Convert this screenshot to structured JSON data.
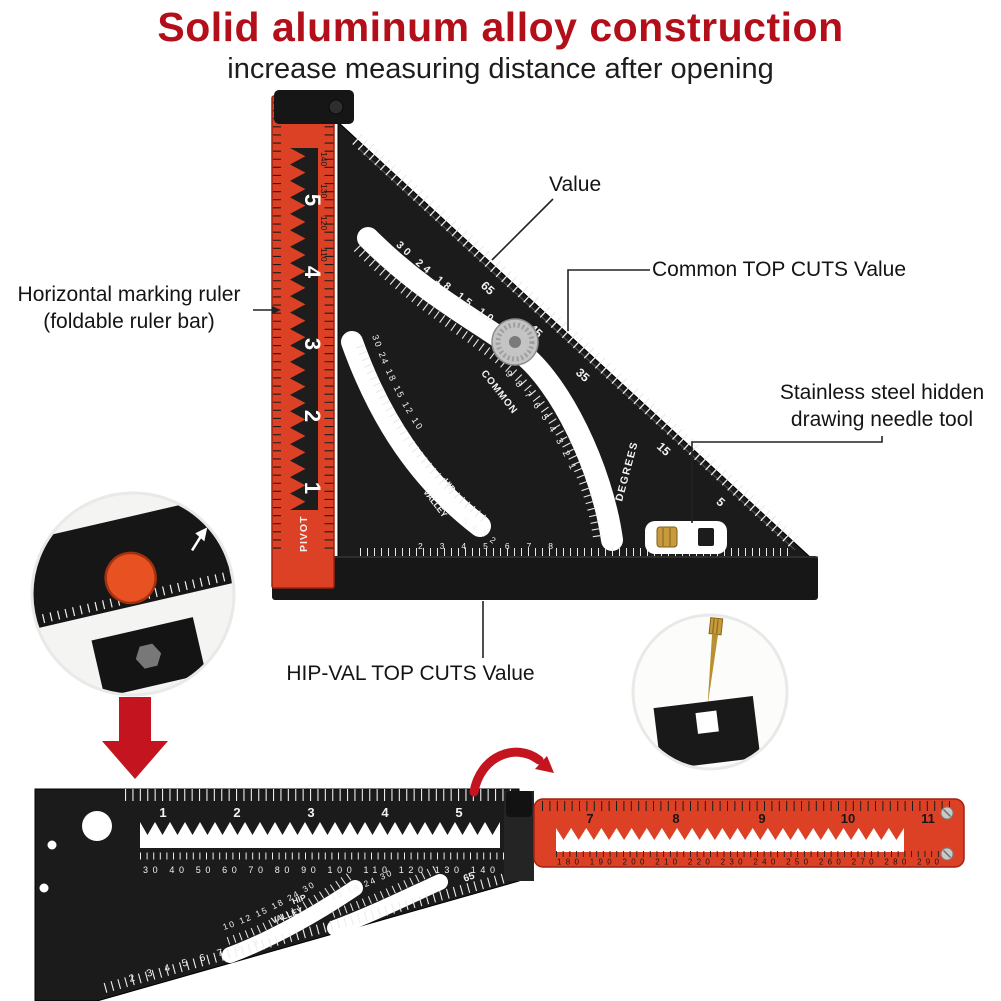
{
  "header": {
    "title": "Solid aluminum alloy construction",
    "subtitle": "increase measuring distance after opening"
  },
  "callouts": {
    "value": "Value",
    "common_top_cuts": "Common TOP CUTS Value",
    "horizontal_ruler_line1": "Horizontal marking ruler",
    "horizontal_ruler_line2": "(foldable ruler bar)",
    "needle_line1": "Stainless steel hidden",
    "needle_line2": "drawing needle tool",
    "hip_val": "HIP-VAL TOP CUTS Value"
  },
  "main_tool": {
    "ruler_inch_numbers": [
      "5",
      "4",
      "3",
      "2",
      "1"
    ],
    "ruler_mm_numbers": [
      "140",
      "130",
      "120",
      "110"
    ],
    "pivot_label": "PIVOT",
    "degrees_label": "DEGREES",
    "degree_numbers": [
      "65",
      "45",
      "35",
      "15",
      "5"
    ],
    "common_label": "COMMON",
    "common_scale_outer": "30 24 18 15 10",
    "common_scale_inner": "9 8 7 6 5 4 3 2 1",
    "hip_label": "HIP",
    "valley_label": "VALLEY",
    "hipval_scale": "30 24 18 15 12 10",
    "hipval_scale_low": "5 4 3 2",
    "bottom_scale": "2 3 4 5 6 7 8"
  },
  "bottom_tool": {
    "inch_numbers": [
      "1",
      "2",
      "3",
      "4",
      "5"
    ],
    "mm_scale": "30 40 50 60 70 80 90 100 110 120 130 140",
    "red_inch_numbers": [
      "7",
      "8",
      "9",
      "10",
      "11"
    ],
    "red_mm_scale": "180 190 200 210 220 230 240 250 260 270 280 290",
    "hip_label": "HIP",
    "valley_label": "VALLEY",
    "arc_scale_1": "10 12 15 18 24 30",
    "arc_scale_2": "15 18 24 30",
    "degree_65": "65",
    "corner_scale": "2 3 4 5 6 7 8 9"
  },
  "colors": {
    "title_red": "#b30f1a",
    "tool_red": "#dd4125",
    "tool_black": "#1b1b1b",
    "arrow_red": "#c41420",
    "brass": "#c79a3d",
    "pivot_orange": "#e85122"
  }
}
